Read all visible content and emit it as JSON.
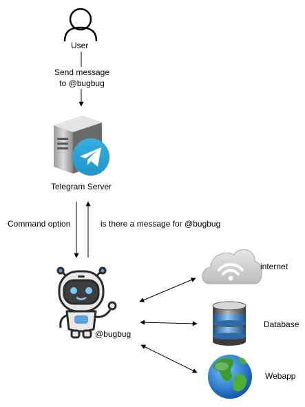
{
  "user": {
    "label": "User"
  },
  "edge_user_server": {
    "line1": "Send message",
    "line2": "to @bugbug"
  },
  "server": {
    "label": "Telegram Server"
  },
  "edge_server_bot": {
    "label": "Command option"
  },
  "edge_bot_server": {
    "label": "is there a message for @bugbug"
  },
  "bot": {
    "label": "@bugbug"
  },
  "internet": {
    "label": "internet"
  },
  "database": {
    "label": "Database"
  },
  "webapp": {
    "label": "Webapp"
  }
}
